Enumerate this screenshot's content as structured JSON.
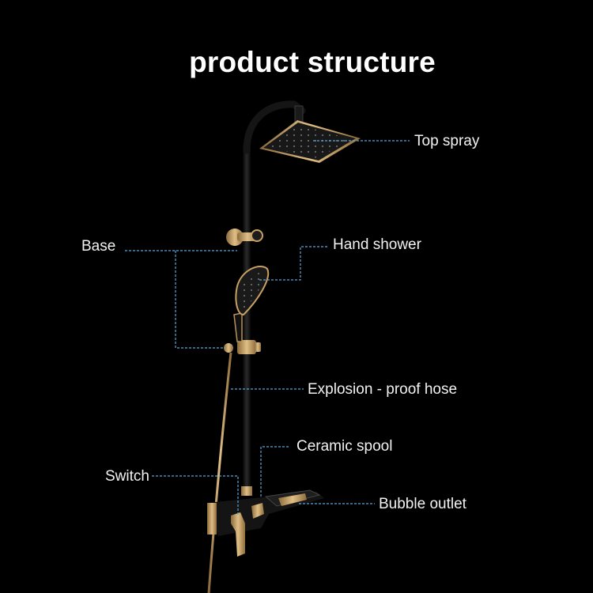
{
  "title": "product structure",
  "colors": {
    "background": "#000000",
    "leader": "#5aa6d6",
    "gold": "#c9a063",
    "pipe": "#151515",
    "text": "#f2f2f2"
  },
  "labels": {
    "top_spray": "Top spray",
    "base": "Base",
    "hand_shower": "Hand shower",
    "explosion_hose": "Explosion - proof hose",
    "ceramic_spool": "Ceramic spool",
    "switch": "Switch",
    "bubble_outlet": "Bubble outlet"
  }
}
